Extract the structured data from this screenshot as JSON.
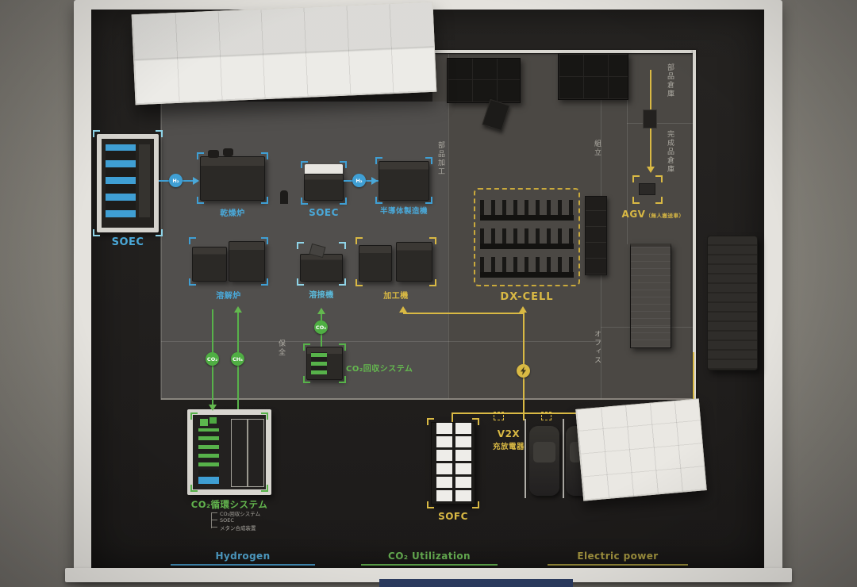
{
  "legend": {
    "hydrogen": {
      "label": "Hydrogen"
    },
    "co2_utilization": {
      "label": "CO₂ Utilization"
    },
    "electric_power": {
      "label": "Electric power"
    }
  },
  "zones": {
    "parts_processing": "部品加工",
    "assembly": "組立",
    "parts_warehouse": "部品倉庫",
    "finished_goods_warehouse": "完成品倉庫",
    "maintenance": "保全",
    "office": "オフィス"
  },
  "equipment": {
    "soec_unit": "SOEC",
    "drying_furnace": "乾燥炉",
    "soec_electrolyzer": "SOEC",
    "semiconductor_machine": "半導体製造機",
    "melting_furnace": "溶解炉",
    "welding_machine": "溶接機",
    "processing_machine": "加工機",
    "dx_cell": "DX-CELL",
    "agv": "AGV",
    "agv_note": "（無人搬送車）",
    "co2_recovery_system": "CO₂回収システム",
    "co2_circulation_system": "CO₂循環システム",
    "co2_circulation_components": [
      "CO₂回収システム",
      "SOEC",
      "メタン合成装置"
    ],
    "sofc": "SOFC",
    "v2x": "V2X",
    "v2x_charger": "充放電器"
  },
  "flow_badges": {
    "h2": "H₂",
    "co2": "CO₂",
    "ch4": "CH₄"
  },
  "colors": {
    "hydrogen": "#3f9fd4",
    "co2_utilization": "#57b24a",
    "electric_power": "#d9b944"
  }
}
